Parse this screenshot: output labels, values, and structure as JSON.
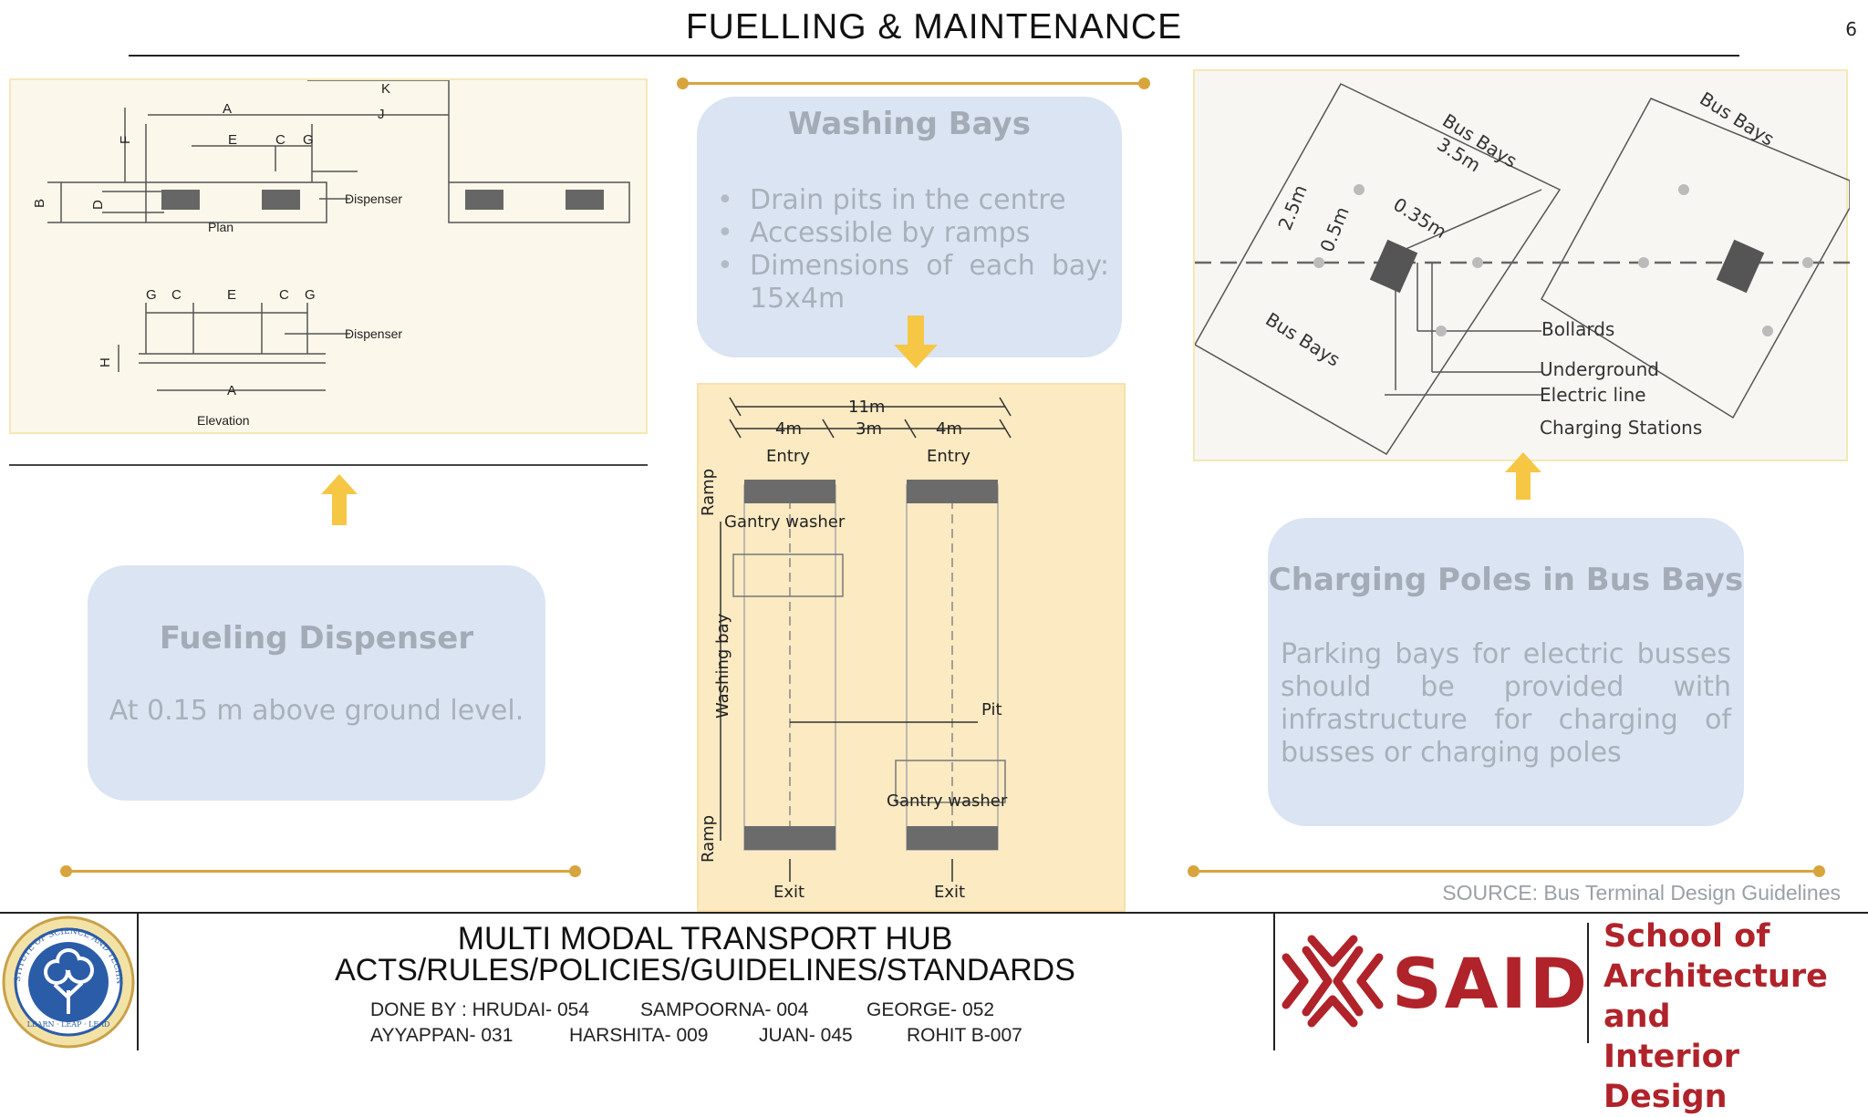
{
  "page": {
    "title": "FUELLING & MAINTENANCE",
    "number": "6"
  },
  "colors": {
    "accent_gold": "#d8a43e",
    "arrow_yellow": "#f6c744",
    "card_bg": "#dbe4f3",
    "card_text": "#a8b0ba",
    "brand_red": "#b0232a"
  },
  "fuel_diagram": {
    "labels": {
      "A": "A",
      "E": "E",
      "C": "C",
      "G": "G",
      "K": "K",
      "J": "J",
      "F": "F",
      "B": "B",
      "D": "D",
      "H": "H"
    },
    "plan_label": "Plan",
    "elevation_label": "Elevation",
    "dispenser_label": "Dispenser"
  },
  "cards": {
    "fueling": {
      "title": "Fueling Dispenser",
      "text": "At 0.15 m above ground level."
    },
    "washing": {
      "title": "Washing Bays",
      "bullets": [
        "Drain pits in the centre",
        "Accessible by ramps",
        "Dimensions of each bay: 15x4m"
      ]
    },
    "charging": {
      "title": "Charging Poles in Bus Bays",
      "text": "Parking bays for electric busses should be provided with infrastructure for charging of busses or charging poles"
    }
  },
  "wash_diagram": {
    "width_total": "11m",
    "bay_width": "4m",
    "gap": "3m",
    "entry": "Entry",
    "exit": "Exit",
    "gantry": "Gantry washer",
    "washing_bay": "Washing bay",
    "pit": "Pit",
    "ramp": "Ramp"
  },
  "charge_diagram": {
    "bus_bays": "Bus Bays",
    "bay_width": "3.5m",
    "d1": "2.5m",
    "d2": "0.5m",
    "d3": "0.35m",
    "bollards": "Bollards",
    "underground_line": "Underground",
    "underground_line2": "Electric line",
    "charging_stations": "Charging Stations"
  },
  "source": "SOURCE: Bus Terminal Design Guidelines",
  "footer": {
    "project_title": "MULTI MODAL TRANSPORT HUB",
    "project_sub": "ACTS/RULES/POLICIES/GUIDELINES/STANDARDS",
    "credits": [
      "DONE BY : HRUDAI- 054",
      "SAMPOORNA- 004",
      "GEORGE- 052",
      "AYYAPPAN- 031",
      "HARSHITA- 009",
      "JUAN- 045",
      "ROHIT B-007"
    ],
    "logo_text": "SAID",
    "school": [
      "School of",
      "Architecture and",
      "Interior Design"
    ],
    "seal_text": "SRM INSTITUTE OF SCIENCE AND TECHNOLOGY",
    "seal_motto": "LEARN · LEAP · LEAD"
  }
}
